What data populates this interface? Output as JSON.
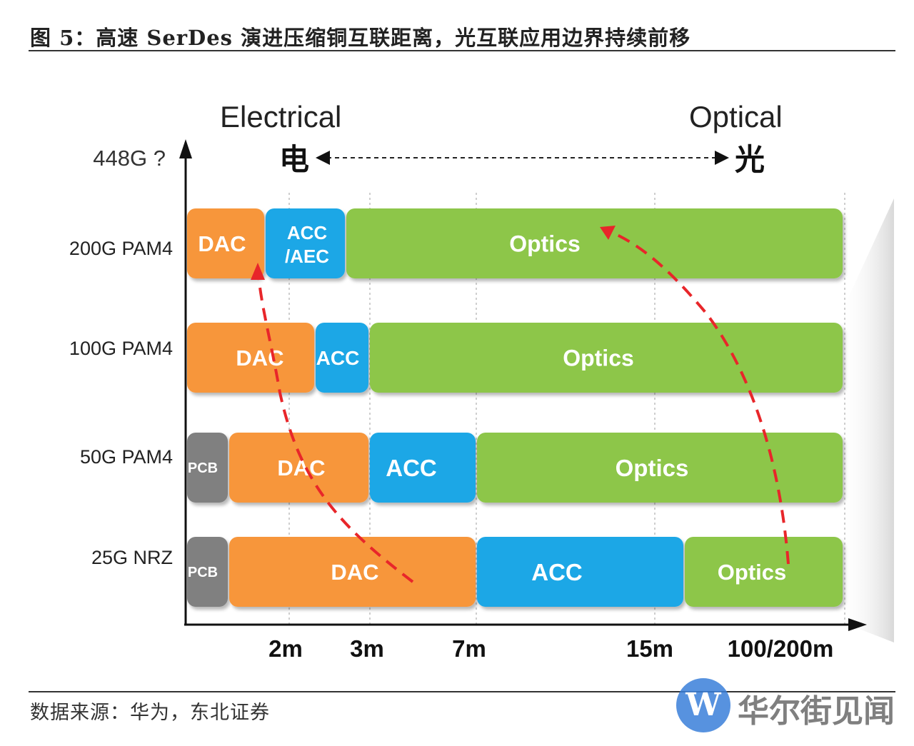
{
  "figure": {
    "title": "图 5：高速 SerDes 演进压缩铜互联距离，光互联应用边界持续前移",
    "source": "数据来源：华为，东北证券"
  },
  "diagram": {
    "header_left": "Electrical",
    "header_right": "Optical",
    "arrow_left_label": "电",
    "arrow_right_label": "光",
    "y_top_label": "448G ?",
    "rows": [
      {
        "label": "200G PAM4",
        "segments": [
          {
            "text": "DAC",
            "kind": "dac"
          },
          {
            "text": "ACC",
            "text2": "/AEC",
            "kind": "acc"
          },
          {
            "text": "Optics",
            "kind": "optics"
          }
        ]
      },
      {
        "label": "100G PAM4",
        "segments": [
          {
            "text": "DAC",
            "kind": "dac"
          },
          {
            "text": "ACC",
            "kind": "acc"
          },
          {
            "text": "Optics",
            "kind": "optics"
          }
        ]
      },
      {
        "label": "50G PAM4",
        "segments": [
          {
            "text": "PCB",
            "kind": "pcb"
          },
          {
            "text": "DAC",
            "kind": "dac"
          },
          {
            "text": "ACC",
            "kind": "acc"
          },
          {
            "text": "Optics",
            "kind": "optics"
          }
        ]
      },
      {
        "label": "25G NRZ",
        "segments": [
          {
            "text": "PCB",
            "kind": "pcb"
          },
          {
            "text": "DAC",
            "kind": "dac"
          },
          {
            "text": "ACC",
            "kind": "acc"
          },
          {
            "text": "Optics",
            "kind": "optics"
          }
        ]
      }
    ],
    "x_ticks": [
      "2m",
      "3m",
      "7m",
      "15m",
      "100/200m"
    ],
    "colors": {
      "pcb": "#808080",
      "dac": "#f7963b",
      "acc": "#1aa7e6",
      "optics": "#8dc64a",
      "arrow": "#e8262a"
    }
  },
  "watermark": {
    "mark": "W",
    "text": "华尔街见闻"
  }
}
